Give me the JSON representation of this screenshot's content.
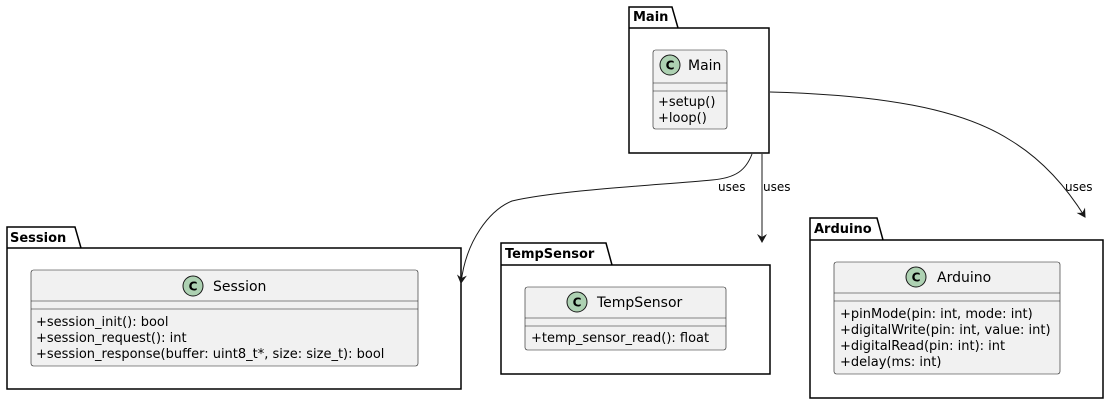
{
  "packages": {
    "main": {
      "name": "Main"
    },
    "session": {
      "name": "Session"
    },
    "tempsensor": {
      "name": "TempSensor"
    },
    "arduino": {
      "name": "Arduino"
    }
  },
  "classes": {
    "main": {
      "stereotype_letter": "C",
      "name": "Main",
      "members": [
        "+setup()",
        "+loop()"
      ]
    },
    "session": {
      "stereotype_letter": "C",
      "name": "Session",
      "members": [
        "+session_init(): bool",
        "+session_request(): int",
        "+session_response(buffer: uint8_t*, size: size_t): bool"
      ]
    },
    "tempsensor": {
      "stereotype_letter": "C",
      "name": "TempSensor",
      "members": [
        "+temp_sensor_read(): float"
      ]
    },
    "arduino": {
      "stereotype_letter": "C",
      "name": "Arduino",
      "members": [
        "+pinMode(pin: int, mode: int)",
        "+digitalWrite(pin: int, value: int)",
        "+digitalRead(pin: int): int",
        "+delay(ms: int)"
      ]
    }
  },
  "relations": [
    {
      "from": "Main",
      "to": "Session",
      "label": "uses"
    },
    {
      "from": "Main",
      "to": "TempSensor",
      "label": "uses"
    },
    {
      "from": "Main",
      "to": "Arduino",
      "label": "uses"
    }
  ],
  "colors": {
    "class_fill": "#f1f1f1",
    "class_border": "#181818",
    "circle_fill": "#add1b2",
    "package_border": "#000000",
    "edge": "#181818"
  }
}
